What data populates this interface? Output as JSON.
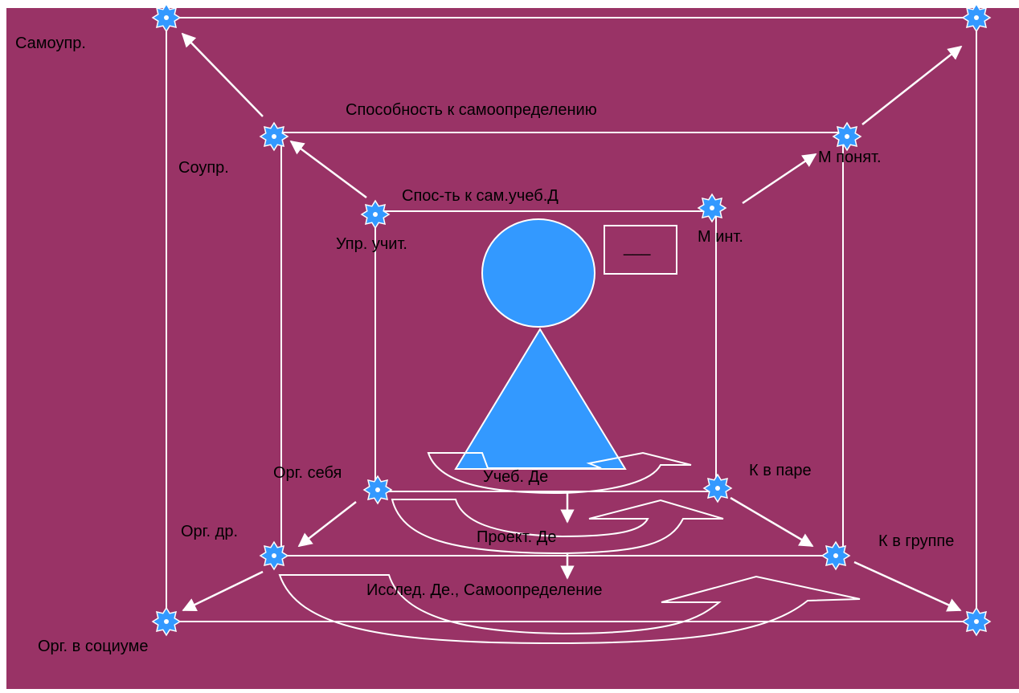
{
  "colors": {
    "background": "#993366",
    "lines": "#ffffff",
    "accent": "#3399ff",
    "text": "#000000"
  },
  "labels": {
    "samoupr": "Самоупр.",
    "sposobnost_samoopr": "Способность к самоопределению",
    "soupr": "Соупр.",
    "m_ponyat": "М понят.",
    "spos_sam_ucheb": "Спос-ть к сам.учеб.Д",
    "upr_uchit": "Упр. учит.",
    "m_int": "М инт.",
    "org_sebya": "Орг. себя",
    "ucheb_de": "Учеб. Де",
    "k_v_pare": "К в паре",
    "org_dr": "Орг. др.",
    "proekt_de": "Проект.  Де",
    "k_v_gruppe": "К в группе",
    "issled_de": "Исслед. Де.,  Самоопределение",
    "org_v_sotsiume": "Орг. в социуме",
    "box_text": "___"
  },
  "icons": {
    "node": "star-node-icon",
    "head": "circle-head-icon",
    "body": "triangle-body-icon"
  }
}
